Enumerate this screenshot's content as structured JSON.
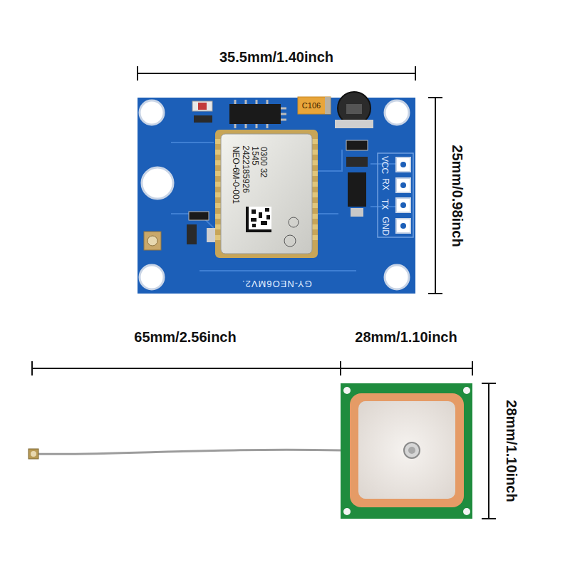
{
  "diagram": {
    "labels": [
      "35.5mm/1.40inch",
      "25mm/0.98inch",
      "65mm/2.56inch",
      "28mm/1.10inch",
      "28mm/1.10inch",
      "NEO-6M-0-001",
      "2422185926",
      "1545",
      "0300 32",
      "C106",
      "VCC",
      "RX",
      "TX",
      "GND",
      "GY-NEO6MV2."
    ]
  }
}
